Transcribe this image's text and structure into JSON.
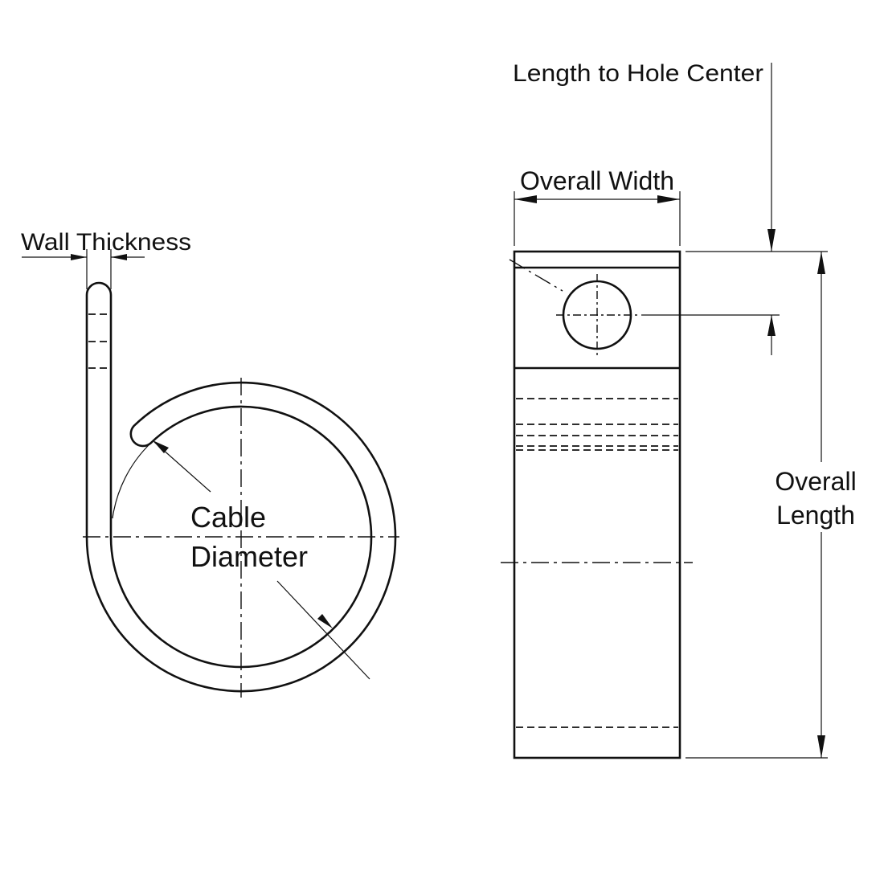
{
  "side_view": {
    "wall_thickness_label": "Wall Thickness",
    "cable_label_line1": "Cable",
    "cable_label_line2": "Diameter"
  },
  "front_view": {
    "length_to_hole_label": "Length to Hole Center",
    "overall_width_label": "Overall Width",
    "overall_length_line1": "Overall",
    "overall_length_line2": "Length"
  },
  "colors": {
    "line": "#111111",
    "background": "#ffffff"
  }
}
